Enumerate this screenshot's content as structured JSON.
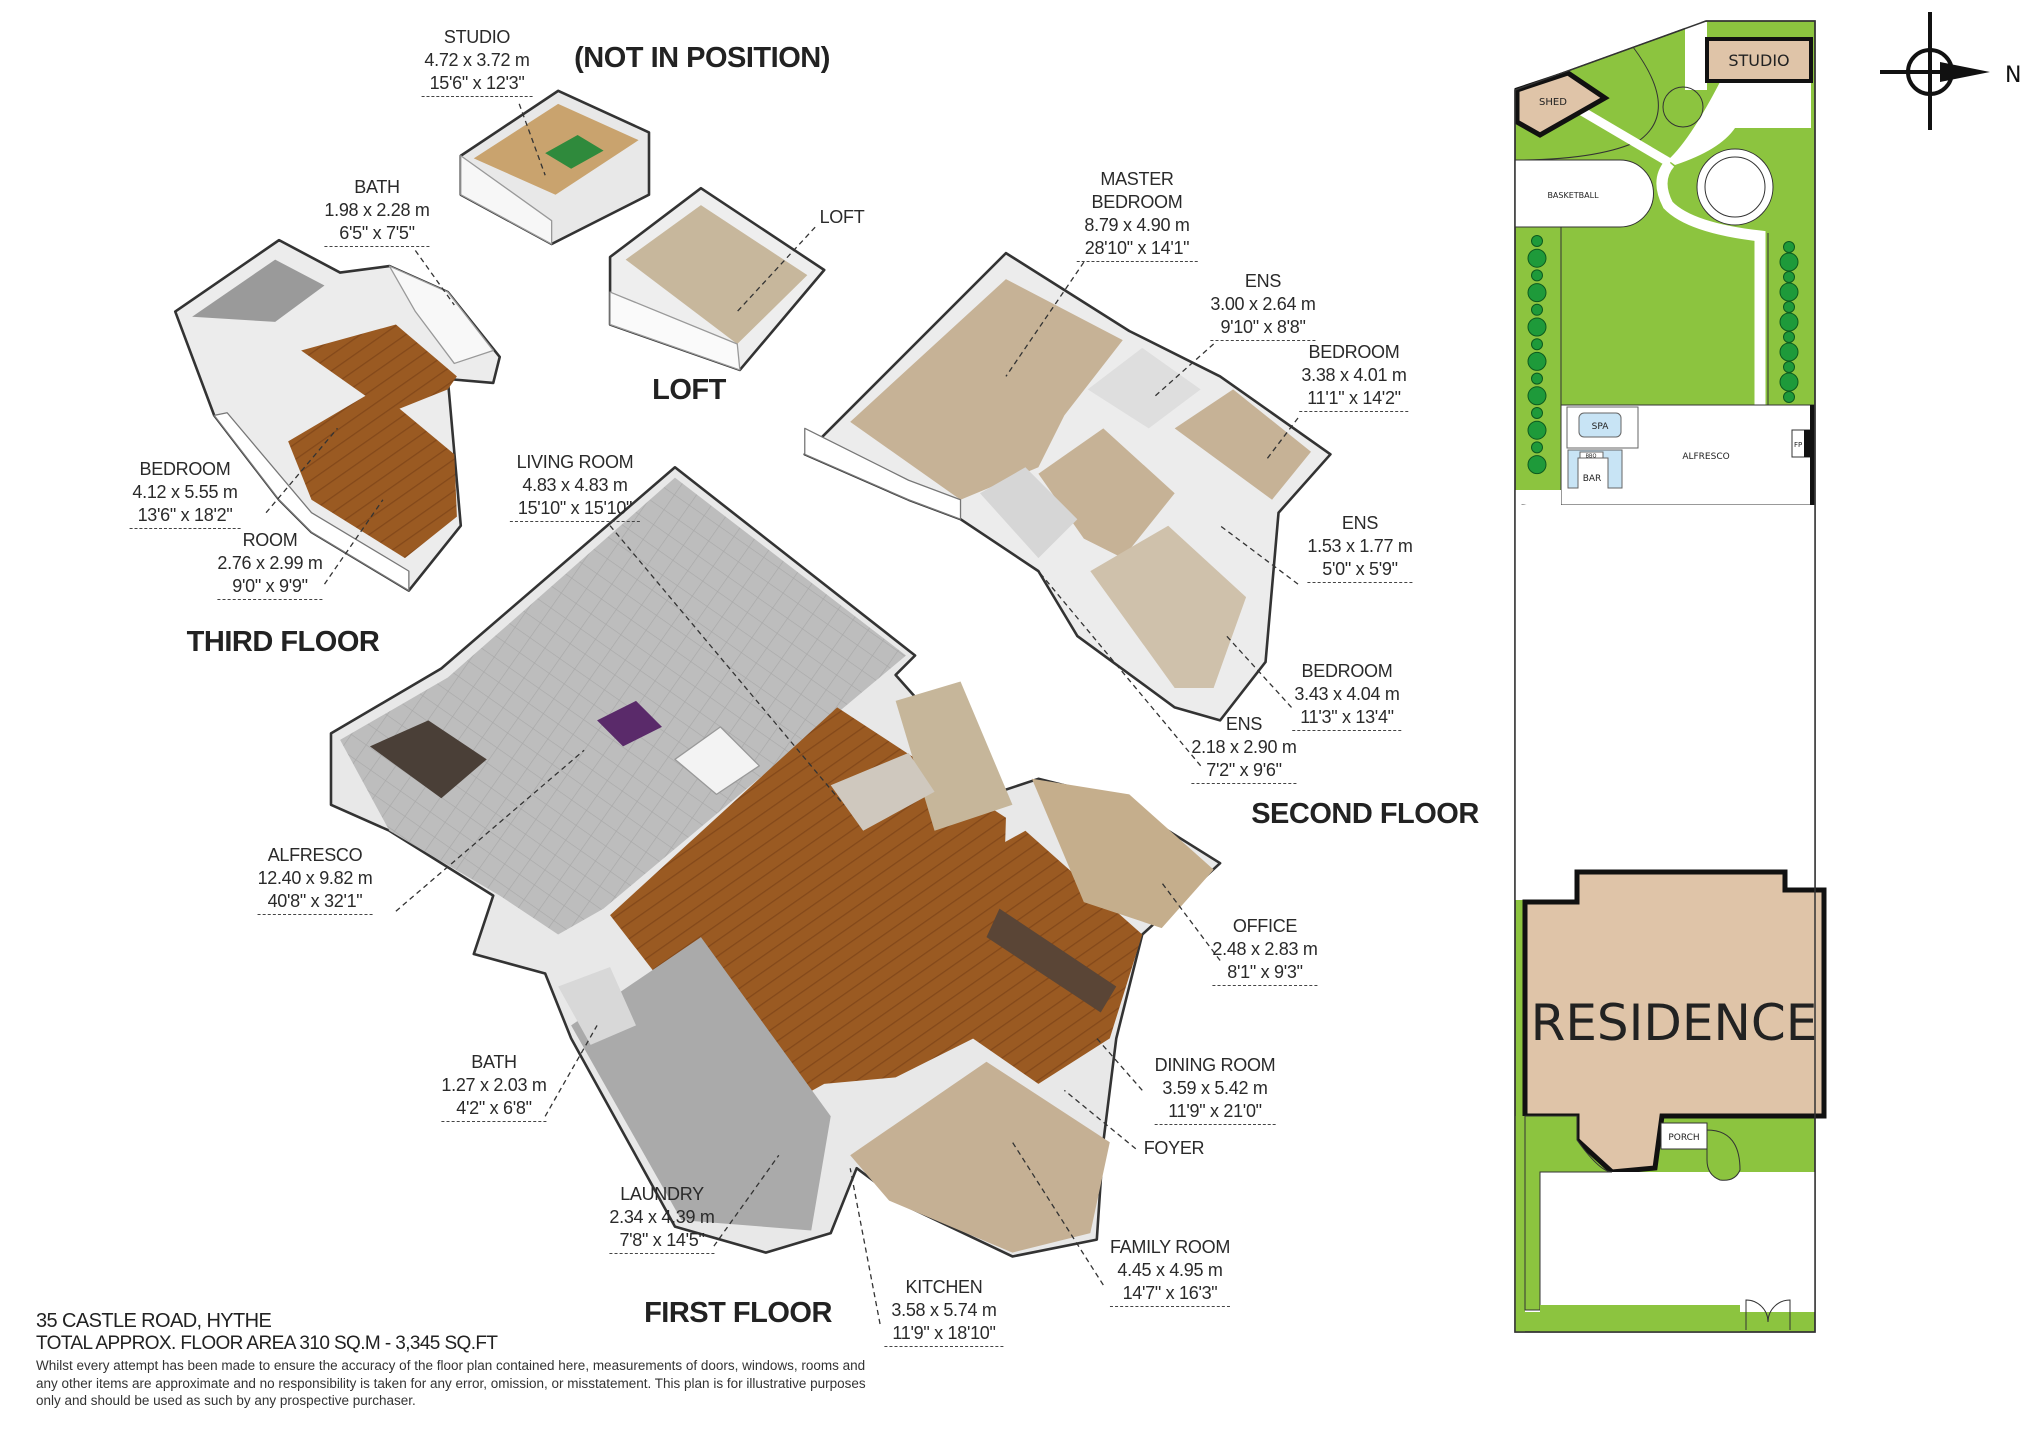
{
  "floor_titles": {
    "not_in_position": "(NOT IN POSITION)",
    "loft": "LOFT",
    "third_floor": "THIRD FLOOR",
    "second_floor": "SECOND FLOOR",
    "first_floor": "FIRST FLOOR"
  },
  "rooms": [
    {
      "name": "STUDIO",
      "metric": "4.72 x 3.72 m",
      "imperial": "15'6\" x 12'3\""
    },
    {
      "name": "BATH",
      "metric": "1.98 x 2.28 m",
      "imperial": "6'5\" x 7'5\""
    },
    {
      "name": "LOFT",
      "metric": "",
      "imperial": ""
    },
    {
      "name": "MASTER\nBEDROOM",
      "metric": "8.79 x 4.90 m",
      "imperial": "28'10\" x 14'1\""
    },
    {
      "name": "ENS",
      "metric": "3.00 x 2.64 m",
      "imperial": "9'10\" x 8'8\""
    },
    {
      "name": "BEDROOM",
      "metric": "3.38 x 4.01 m",
      "imperial": "11'1\" x 14'2\""
    },
    {
      "name": "BEDROOM",
      "metric": "4.12 x 5.55 m",
      "imperial": "13'6\" x 18'2\""
    },
    {
      "name": "ROOM",
      "metric": "2.76 x 2.99 m",
      "imperial": "9'0\" x 9'9\""
    },
    {
      "name": "LIVING ROOM",
      "metric": "4.83 x 4.83 m",
      "imperial": "15'10\" x 15'10\""
    },
    {
      "name": "ENS",
      "metric": "1.53 x 1.77 m",
      "imperial": "5'0\" x 5'9\""
    },
    {
      "name": "BEDROOM",
      "metric": "3.43 x 4.04  m",
      "imperial": "11'3\" x 13'4\""
    },
    {
      "name": "ENS",
      "metric": "2.18 x 2.90 m",
      "imperial": "7'2\" x 9'6\""
    },
    {
      "name": "ALFRESCO",
      "metric": "12.40 x 9.82 m",
      "imperial": "40'8\" x 32'1\""
    },
    {
      "name": "OFFICE",
      "metric": "2.48 x 2.83 m",
      "imperial": "8'1\" x 9'3\""
    },
    {
      "name": "BATH",
      "metric": "1.27 x 2.03 m",
      "imperial": "4'2\" x 6'8\""
    },
    {
      "name": "DINING ROOM",
      "metric": "3.59 x 5.42 m",
      "imperial": "11'9\" x 21'0\""
    },
    {
      "name": "FOYER",
      "metric": "",
      "imperial": ""
    },
    {
      "name": "LAUNDRY",
      "metric": "2.34 x 4.39 m",
      "imperial": "7'8\" x 14'5\""
    },
    {
      "name": "FAMILY ROOM",
      "metric": "4.45 x 4.95 m",
      "imperial": "14'7\" x 16'3\""
    },
    {
      "name": "KITCHEN",
      "metric": "3.58 x 5.74 m",
      "imperial": "11'9\" x 18'10\""
    }
  ],
  "site_plan": {
    "studio": "STUDIO",
    "shed": "SHED",
    "basketball": "BASKETBALL",
    "spa": "SPA",
    "bbq": "BBQ",
    "bar": "BAR",
    "alfresco": "ALFRESCO",
    "fp": "FP",
    "residence": "RESIDENCE",
    "porch": "PORCH",
    "compass_label": "N",
    "colors": {
      "lawn": "#8cc43f",
      "building": "#dfc4a8",
      "water": "#c8e4f5",
      "tree": "#1e9a3a"
    }
  },
  "footer": {
    "address": "35 CASTLE ROAD, HYTHE",
    "total_area": "TOTAL APPROX. FLOOR AREA 310 SQ.M - 3,345 SQ.FT",
    "disclaimer": "Whilst every attempt has been made to ensure the accuracy of the floor plan contained here, measurements of doors, windows, rooms and any other items are approximate and no responsibility is taken for any error, omission, or misstatement. This plan is for illustrative purposes only and should be used as such by any prospective purchaser."
  }
}
